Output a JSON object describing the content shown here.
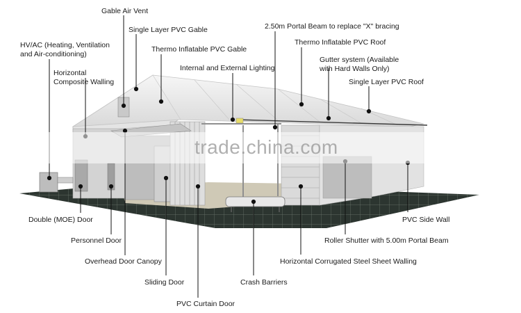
{
  "labels": {
    "gable_air_vent": "Gable Air Vent",
    "single_layer_pvc_gable": "Single Layer PVC Gable",
    "portal_beam": "2.50m Portal Beam to replace \"X\" bracing",
    "hvac": "HV/AC (Heating, Ventilation and Air-conditioning)",
    "thermo_inflatable_gable": "Thermo Inflatable PVC Gable",
    "thermo_inflatable_roof": "Thermo Inflatable PVC Roof",
    "horizontal_composite_walling": "Horizontal Composite Walling",
    "internal_external_lighting": "Internal and External Lighting",
    "gutter_system": "Gutter system (Available with Hard Walls Only)",
    "single_layer_pvc_roof": "Single Layer PVC Roof",
    "double_moe_door": "Double (MOE) Door",
    "pvc_side_wall": "PVC Side Wall",
    "personnel_door": "Personnel Door",
    "roller_shutter": "Roller Shutter with 5.00m Portal Beam",
    "overhead_door_canopy": "Overhead Door Canopy",
    "horizontal_corrugated_walling": "Horizontal Corrugated Steel Sheet Walling",
    "sliding_door": "Sliding Door",
    "crash_barriers": "Crash Barriers",
    "pvc_curtain_door": "PVC Curtain Door"
  },
  "watermark": "trade.china.com",
  "colors": {
    "ground": "#2c3530",
    "ground_grid": "#6f7a72",
    "roof": "#ececec",
    "wall": "#d6d6d6",
    "interior_floor": "#cfc9b6",
    "frame": "#8f8f8f",
    "leader": "#111111"
  }
}
